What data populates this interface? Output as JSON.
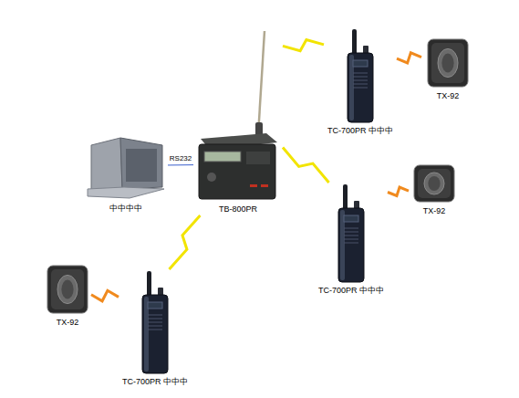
{
  "diagram": {
    "nodes": [
      {
        "text": [
          "TC-700PR 中中中"
        ]
      },
      {
        "text": [
          "TX-92"
        ]
      },
      {
        "text": [
          "中中中中"
        ]
      },
      {
        "text": [
          "TB-800PR"
        ]
      },
      {
        "text": [
          "TX-92"
        ]
      },
      {
        "text": [
          "TC-700PR 中中中"
        ]
      },
      {
        "text": [
          "TX-92"
        ]
      },
      {
        "text": [
          "TC-700PR 中中中"
        ]
      }
    ],
    "edges": [
      {
        "from": 2,
        "to": 3,
        "label": "RS232",
        "arrow": "none"
      },
      {
        "from": 3,
        "to": 0,
        "arrow": "none"
      },
      {
        "from": 0,
        "to": 1,
        "arrow": "none"
      },
      {
        "from": 3,
        "to": 5,
        "arrow": "none"
      },
      {
        "from": 5,
        "to": 4,
        "arrow": "none"
      },
      {
        "from": 3,
        "to": 7,
        "arrow": "none"
      },
      {
        "from": 7,
        "to": 6,
        "arrow": "none"
      }
    ]
  }
}
